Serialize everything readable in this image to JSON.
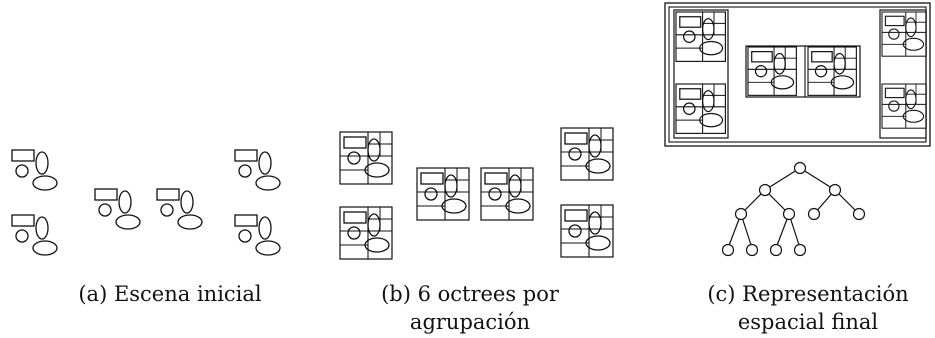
{
  "captions": {
    "a": "(a) Escena inicial",
    "b_line1": "(b) 6 octrees por",
    "b_line2": "agrupación",
    "c_line1": "(c) Representación",
    "c_line2": "espacial final"
  },
  "panels": {
    "a": {
      "description_count": 6
    },
    "b": {
      "octree_count": 6
    },
    "c": {
      "tree_levels": 4
    }
  }
}
